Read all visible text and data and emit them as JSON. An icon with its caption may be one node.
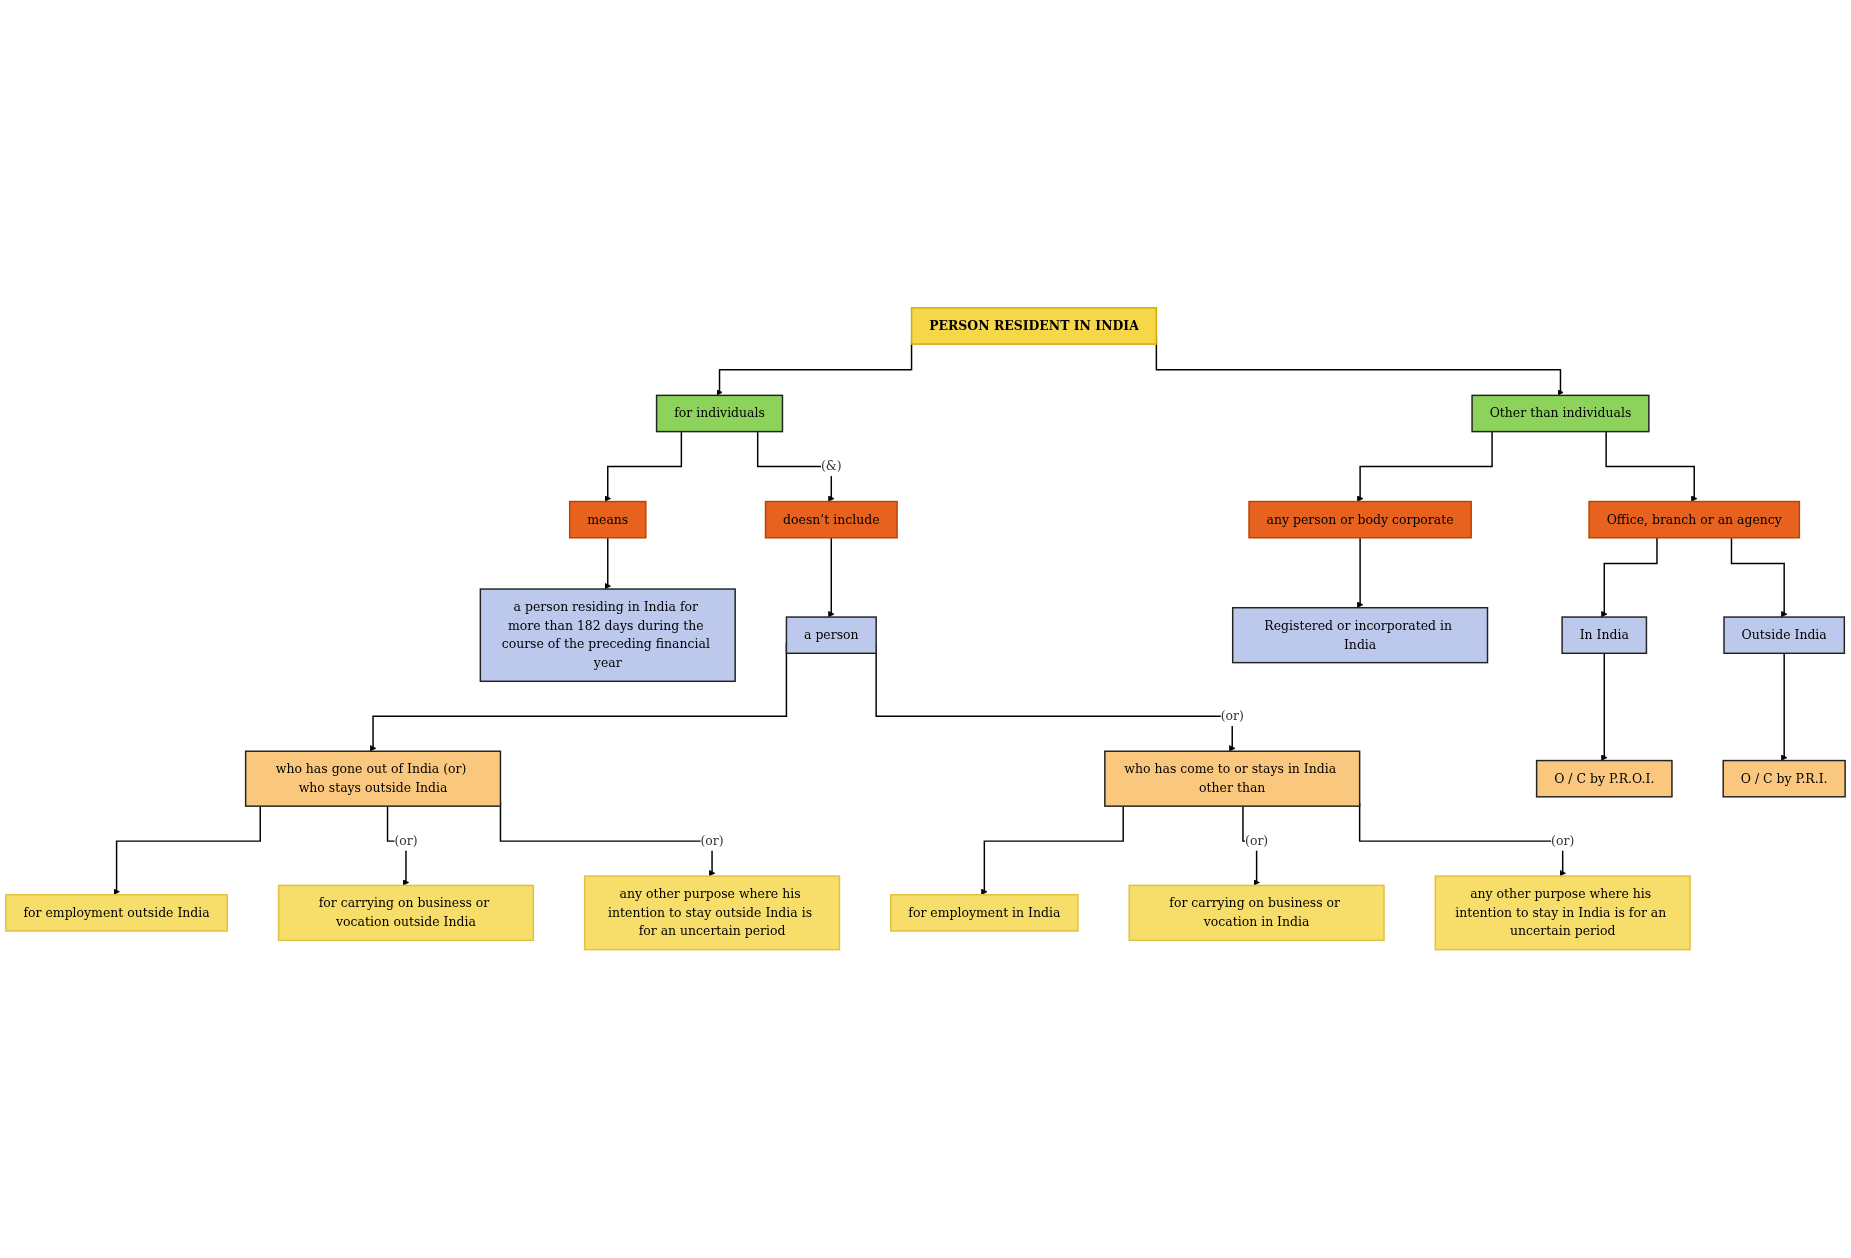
{
  "diagram": {
    "nodes": [
      {
        "text": [
          "PERSON RESIDENT IN INDIA"
        ]
      },
      {
        "text": [
          "for individuals"
        ]
      },
      {
        "text": [
          "Other than individuals"
        ]
      },
      {
        "text": [
          "means"
        ]
      },
      {
        "text": [
          "doesn’t include"
        ]
      },
      {
        "text": [
          "a person residing in India for more than 182 days during the course of the preceding financial year"
        ]
      },
      {
        "text": [
          "a person"
        ]
      },
      {
        "text": [
          "who has gone out of India (or) who stays outside India"
        ]
      },
      {
        "text": [
          "who has come to or stays in India other than"
        ]
      },
      {
        "text": [
          "for employment outside India"
        ]
      },
      {
        "text": [
          "for carrying on business or vocation outside India"
        ]
      },
      {
        "text": [
          "any other purpose where his intention to stay outside India is for an uncertain period"
        ]
      },
      {
        "text": [
          "for employment in India"
        ]
      },
      {
        "text": [
          "for carrying on business or vocation in India"
        ]
      },
      {
        "text": [
          "any other purpose where his intention to stay in India is for an uncertain period"
        ]
      },
      {
        "text": [
          "any person or body corporate"
        ]
      },
      {
        "text": [
          "Office, branch or an agency"
        ]
      },
      {
        "text": [
          "Registered or incorporated in India"
        ]
      },
      {
        "text": [
          "In India"
        ]
      },
      {
        "text": [
          "Outside India"
        ]
      },
      {
        "text": [
          "O / C by P.R.O.I."
        ]
      },
      {
        "text": [
          "O / C by P.R.I."
        ]
      }
    ],
    "edges": [
      {
        "from": 0,
        "to": 1,
        "arrow": "to"
      },
      {
        "from": 0,
        "to": 2,
        "arrow": "to"
      },
      {
        "from": 1,
        "to": 3,
        "arrow": "to"
      },
      {
        "from": 1,
        "to": 4,
        "arrow": "to",
        "label": "(&)"
      },
      {
        "from": 3,
        "to": 5,
        "arrow": "to"
      },
      {
        "from": 4,
        "to": 6,
        "arrow": "to"
      },
      {
        "from": 6,
        "to": 7,
        "arrow": "to"
      },
      {
        "from": 6,
        "to": 8,
        "arrow": "to",
        "label": "(or)"
      },
      {
        "from": 7,
        "to": 9,
        "arrow": "to"
      },
      {
        "from": 7,
        "to": 10,
        "arrow": "to",
        "label": "(or)"
      },
      {
        "from": 7,
        "to": 11,
        "arrow": "to",
        "label": "(or)"
      },
      {
        "from": 8,
        "to": 12,
        "arrow": "to"
      },
      {
        "from": 8,
        "to": 13,
        "arrow": "to",
        "label": "(or)"
      },
      {
        "from": 8,
        "to": 14,
        "arrow": "to",
        "label": "(or)"
      },
      {
        "from": 2,
        "to": 15,
        "arrow": "to"
      },
      {
        "from": 2,
        "to": 16,
        "arrow": "to"
      },
      {
        "from": 15,
        "to": 17,
        "arrow": "to"
      },
      {
        "from": 16,
        "to": 18,
        "arrow": "to"
      },
      {
        "from": 16,
        "to": 19,
        "arrow": "to"
      },
      {
        "from": 18,
        "to": 20,
        "arrow": "to"
      },
      {
        "from": 19,
        "to": 21,
        "arrow": "to"
      }
    ]
  }
}
